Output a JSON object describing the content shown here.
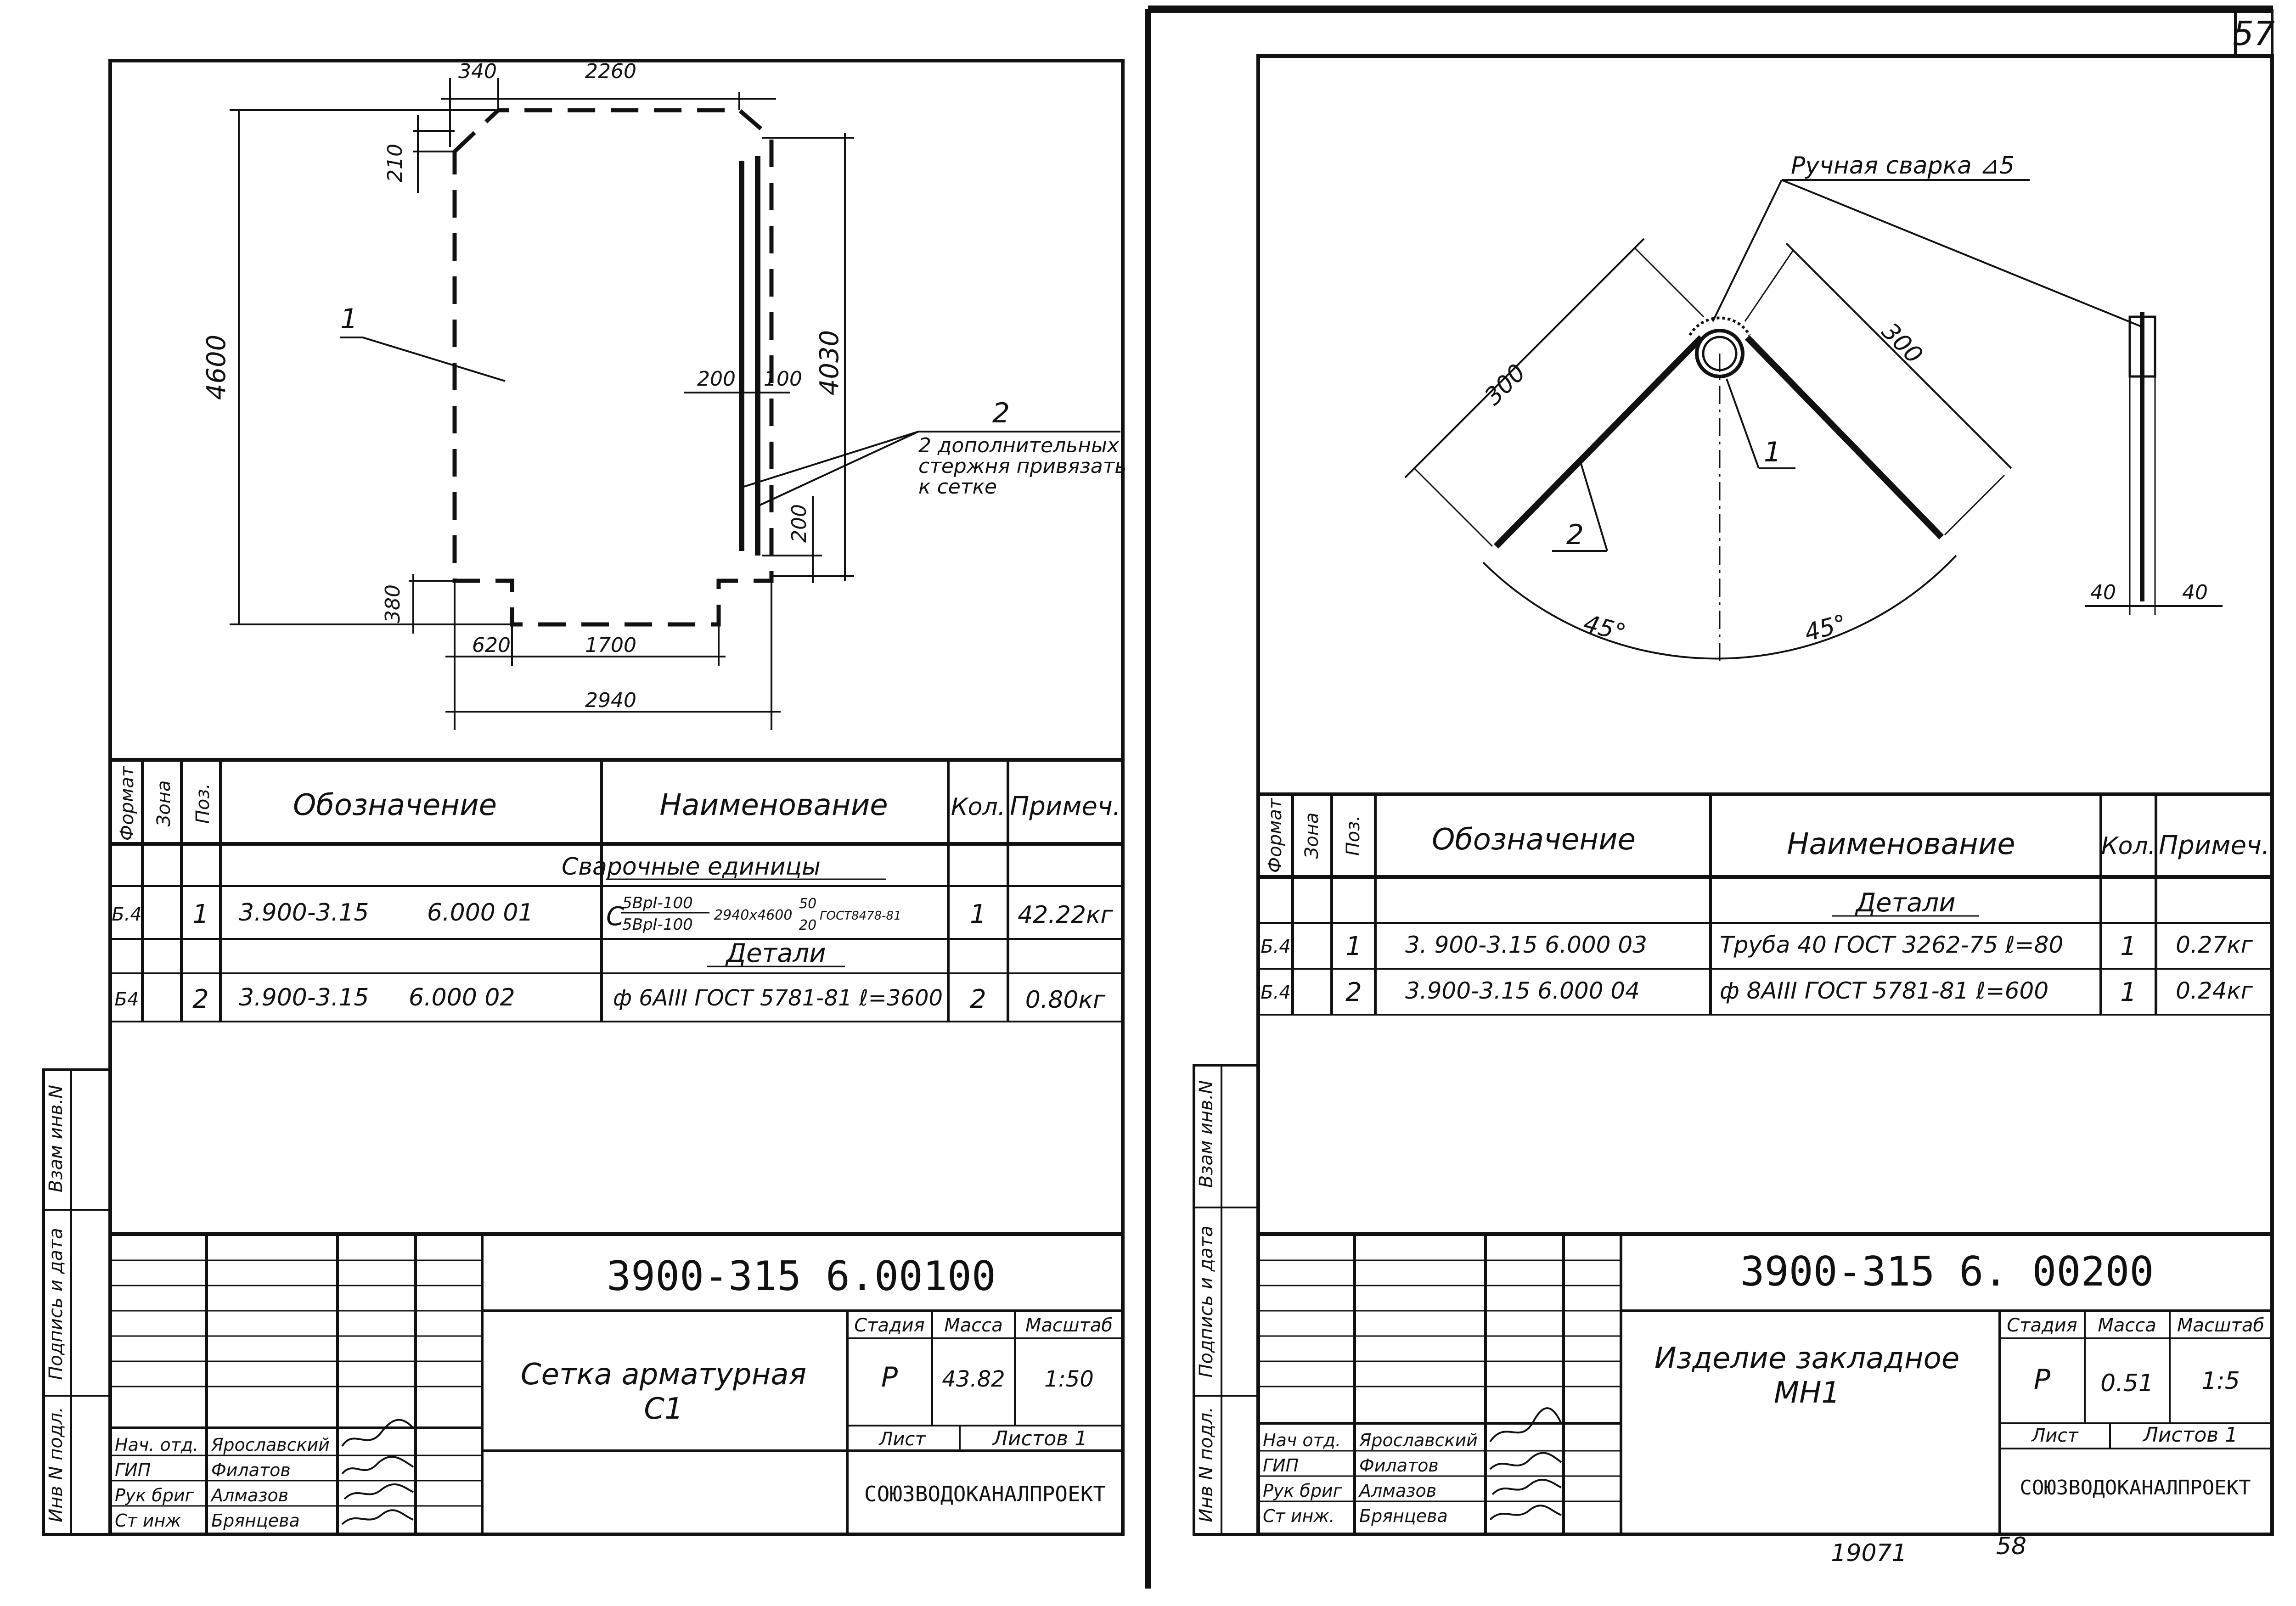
{
  "page_number": "57",
  "footer": {
    "inventory": "19071",
    "sheet_mark": "58"
  },
  "left": {
    "drawing": {
      "dims": {
        "d340": "340",
        "d2260": "2260",
        "d210": "210",
        "d4600": "4600",
        "d200": "200",
        "d100": "100",
        "d4030": "4030",
        "d200b": "200",
        "d380": "380",
        "d620": "620",
        "d1700": "1700",
        "d2940": "2940"
      },
      "pos1": "1",
      "pos2": "2",
      "note_lines": [
        "2 дополнительных",
        "стержня привязать",
        "к сетке"
      ]
    },
    "table": {
      "headers": [
        "Формат",
        "Зона",
        "Поз.",
        "Обозначение",
        "Наименование",
        "Кол.",
        "Примеч."
      ],
      "section_welded": "Сварочные единицы",
      "row1": {
        "format": "Б.4",
        "pos": "1",
        "designation": "3.900-3.15",
        "code": "6.000 01",
        "name_prefix": "С",
        "name_num": "5ВрI-100",
        "name_den": "5ВрI-100",
        "name_size": "2940х4600",
        "frac_num": "50",
        "frac_den": "20",
        "name_std": "ГОСТ8478-81",
        "qty": "1",
        "note": "42.22кг"
      },
      "section_parts": "Детали",
      "row2": {
        "format": "Б4",
        "pos": "2",
        "designation": "3.900-3.15",
        "code": "6.000 02",
        "name": "ф 6AIII ГОСТ 5781-81 ℓ=3600",
        "qty": "2",
        "note": "0.80кг"
      }
    },
    "stamp": {
      "side_labels": [
        "Взам инв.N",
        "Подпись и дата",
        "Инв N подл."
      ],
      "number": "3900-315 6.00100",
      "title_line1": "Сетка арматурная",
      "title_line2": "С1",
      "stage_label": "Стадия",
      "mass_label": "Масса",
      "scale_label": "Масштаб",
      "stage": "Р",
      "mass": "43.82",
      "scale": "1:50",
      "sheet_label": "Лист",
      "sheets_label": "Листов 1",
      "org": "СОЮЗВОДОКАНАЛПРОЕКТ",
      "people": [
        {
          "role": "Нач. отд.",
          "name": "Ярославский"
        },
        {
          "role": "ГИП",
          "name": "Филатов"
        },
        {
          "role": "Рук бриг",
          "name": "Алмазов"
        },
        {
          "role": "Ст инж",
          "name": "Брянцева"
        }
      ]
    }
  },
  "right": {
    "drawing": {
      "weld_note": "Ручная сварка ⊿5",
      "dim_left": "300",
      "dim_right": "300",
      "angle_left": "45°",
      "angle_right": "45°",
      "pos1": "1",
      "pos2": "2",
      "dim_w1": "40",
      "dim_w2": "40"
    },
    "table": {
      "headers": [
        "Формат",
        "Зона",
        "Поз.",
        "Обозначение",
        "Наименование",
        "Кол.",
        "Примеч."
      ],
      "section_parts": "Детали",
      "row1": {
        "format": "Б.4",
        "pos": "1",
        "designation": "3. 900-3.15 6.000 03",
        "name": "Труба 40 ГОСТ 3262-75 ℓ=80",
        "qty": "1",
        "note": "0.27кг"
      },
      "row2": {
        "format": "Б.4",
        "pos": "2",
        "designation": "3.900-3.15 6.000 04",
        "name": "ф 8AIII ГОСТ 5781-81 ℓ=600",
        "qty": "1",
        "note": "0.24кг"
      }
    },
    "stamp": {
      "side_labels": [
        "Взам инв.N",
        "Подпись и дата",
        "Инв N подл."
      ],
      "number": "3900-315 6. 00200",
      "title_line1": "Изделие закладное",
      "title_line2": "МН1",
      "stage_label": "Стадия",
      "mass_label": "Масса",
      "scale_label": "Масштаб",
      "stage": "Р",
      "mass": "0.51",
      "scale": "1:5",
      "sheet_label": "Лист",
      "sheets_label": "Листов 1",
      "org": "СОЮЗВОДОКАНАЛПРОЕКТ",
      "people": [
        {
          "role": "Нач отд.",
          "name": "Ярославский"
        },
        {
          "role": "ГИП",
          "name": "Филатов"
        },
        {
          "role": "Рук бриг",
          "name": "Алмазов"
        },
        {
          "role": "Ст инж.",
          "name": "Брянцева"
        }
      ]
    }
  }
}
